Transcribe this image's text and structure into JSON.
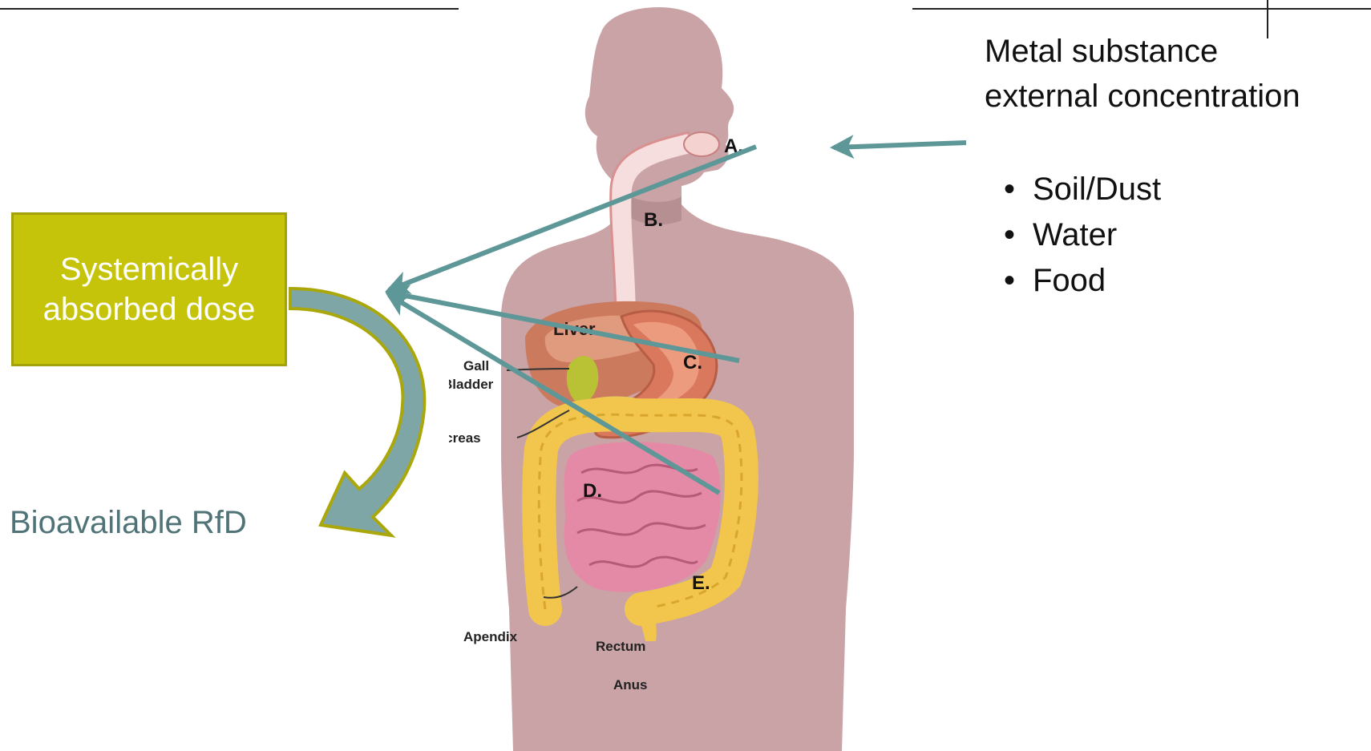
{
  "dose_box": {
    "text": "Systemically absorbed dose"
  },
  "rfd_label": "Bioavailable RfD",
  "exposure": {
    "title_line1": "Metal substance",
    "title_line2": "external concentration",
    "sources": [
      "Soil/Dust",
      "Water",
      "Food"
    ]
  },
  "organ_labels": {
    "A": "A.",
    "B": "B.",
    "C": "C.",
    "D": "D.",
    "E": "E.",
    "liver": "Liver",
    "gall_bladder_1": "Gall",
    "gall_bladder_2": "Bladder",
    "pancreas": "Pancreas",
    "apendix": "Apendix",
    "rectum": "Rectum",
    "anus": "Anus"
  },
  "colors": {
    "arrow": "#5e9797",
    "dose_box": "#c6c40a",
    "rfd_text": "#4f7377",
    "body": "#c9a3a5",
    "intestine_frame": "#f2c64c",
    "small_intestine": "#e48aa6",
    "stomach": "#d9785c"
  }
}
